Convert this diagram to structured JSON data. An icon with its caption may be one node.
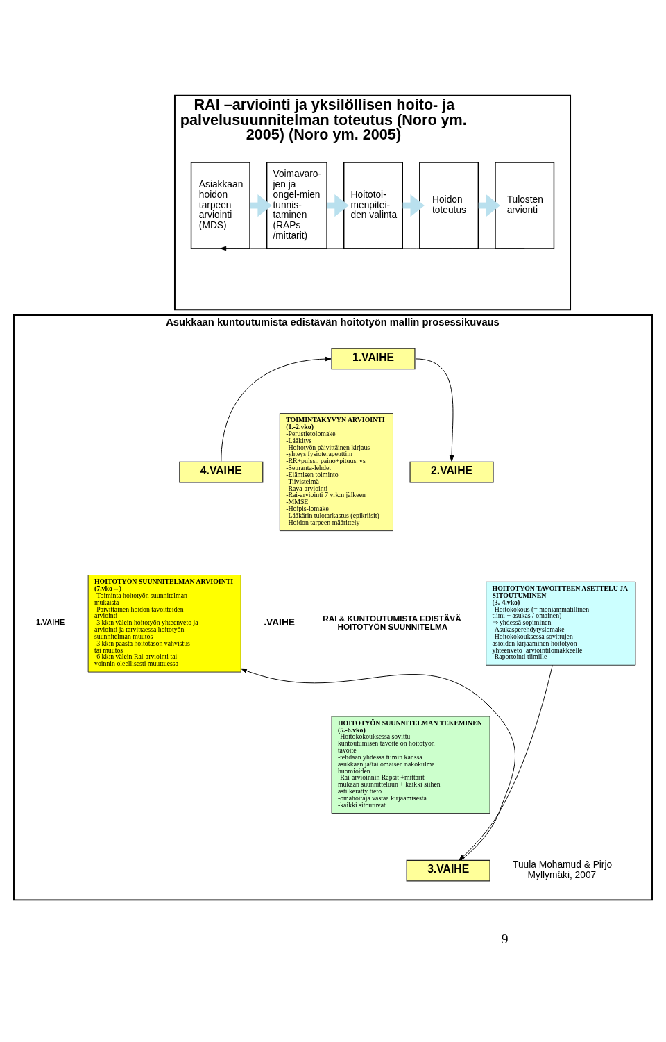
{
  "diagram": {
    "nodes": [
      {
        "text": [
          "RAI –arviointi ja yksilöllisen hoito- ja palvelusuunnitelman toteutus (Noro ym. 2005) (Noro ym. 2005)"
        ]
      },
      {
        "text": [
          "Asiakkaan hoidon tarpeen arviointi (MDS)"
        ],
        "in": 0
      },
      {
        "text": [
          "Voimavaro-jen ja ongel-mien tunnis-taminen (RAPs /mittarit)"
        ],
        "in": 0
      },
      {
        "text": [
          "Hoitotoi-menpitei-den valinta"
        ],
        "in": 0
      },
      {
        "text": [
          "Hoidon toteutus"
        ],
        "in": 0
      },
      {
        "text": [
          "Tulosten arvionti"
        ],
        "in": 0
      },
      {
        "text": [
          "Asukkaan kuntoutumista edistävän hoitotyön mallin prosessikuvaus"
        ]
      },
      {
        "text": [
          "1.VAIHE"
        ],
        "in": 6
      },
      {
        "text": [
          "TOIMINTAKYVYN ARVIOINTI",
          "(1.-2.vko)",
          "-Perustietolomake",
          "-Lääkitys",
          "-Hoitotyön päivittäinen kirjaus",
          "-yhteys fysioterapeuttiin",
          "-RR+pulssi, paino+pituus, vs",
          "-Seuranta-lehdet",
          "-Elämisen toiminto",
          "-Tiivistelmä",
          "-Rava-arviointi",
          "-Rai-arviointi 7 vrk:n jälkeen",
          "-MMSE",
          "-Hoipis-lomake",
          "-Lääkärin tulotarkastus (epikriisit)",
          "-Hoidon tarpeen määrittely"
        ],
        "in": 6
      },
      {
        "text": [
          "4.VAIHE"
        ],
        "in": 6
      },
      {
        "text": [
          "HOITOTYÖN SUUNNITELMAN ARVIOINTI",
          "(7.vko→)",
          "-Toiminta hoitotyön suunnitelman mukaista",
          "-Päivittäinen hoidon tavoitteiden arviointi",
          "-3 kk:n välein hoitotyön yhteenveto ja arviointi ja tarvittaessa hoitotyön suunnitelman muutos",
          "-3 kk:n päästä hoitotason vahvistus tai muutos",
          "-6 kk:n välein Rai-arviointi tai voinnin oleellisesti muuttuessa"
        ],
        "in": 6
      },
      {
        "text": [
          "2.VAIHE"
        ],
        "in": 6
      },
      {
        "text": [
          "HOITOTYÖN TAVOITTEEN ASETTELU JA SITOUTUMINEN",
          "(3.-4.vko)",
          "-Hoitokokous (= moniammatillinen tiimi + asukas / omainen)",
          "⇨ yhdessä sopiminen",
          "-Asukasperehdytyslomake",
          "-Hoitokokouksessa sovittujen asioiden kirjaaminen hoitotyön yhteenveto+arviointilomakkeelle",
          "-Raportointi tiimille"
        ],
        "in": 6
      },
      {
        "text": [
          "HOITOTYÖN SUUNNITELMAN TEKEMINEN",
          "(5.-6.vko)",
          "-Hoitokokouksessa sovittu kuntoutumisen tavoite on hoitotyön tavoite",
          "-tehdään yhdessä tiimin kanssa asukkaan ja/tai omaisen näkökulma huomioiden",
          "-Rai-arvioinnin Rapsit +mittarit mukaan suunnitteluun + kaikki siihen asti kerätty tieto",
          "-omahoitaja vastaa kirjaamisesta",
          "-kaikki sitoutuvat"
        ],
        "in": 6
      },
      {
        "text": [
          "3.VAIHE"
        ],
        "in": 6
      }
    ],
    "edges": [
      {
        "from": 1,
        "to": 2,
        "arrow": "to",
        "style": "thick",
        "color": "#b9e0ee"
      },
      {
        "from": 2,
        "to": 3,
        "arrow": "to",
        "style": "thick",
        "color": "#b9e0ee"
      },
      {
        "from": 3,
        "to": 4,
        "arrow": "to",
        "style": "thick",
        "color": "#b9e0ee"
      },
      {
        "from": 4,
        "to": 5,
        "arrow": "to",
        "style": "thick",
        "color": "#b9e0ee"
      },
      {
        "from": 5,
        "to": 1,
        "arrow": "to"
      },
      {
        "from": 9,
        "to": 7,
        "arrow": "to"
      },
      {
        "from": 7,
        "to": 11,
        "arrow": "to"
      },
      {
        "from": 12,
        "to": 14,
        "arrow": "to"
      },
      {
        "from": 14,
        "to": 10,
        "arrow": "to"
      }
    ],
    "labels": [
      ".VAIHE",
      "RAI & KUNTOUTUMISTA EDISTÄVÄ HOITOTYÖN SUUNNITELMA",
      "1.VAIHE",
      "Tuula Mohamud & Pirjo Myllymäki, 2007",
      "9"
    ]
  }
}
